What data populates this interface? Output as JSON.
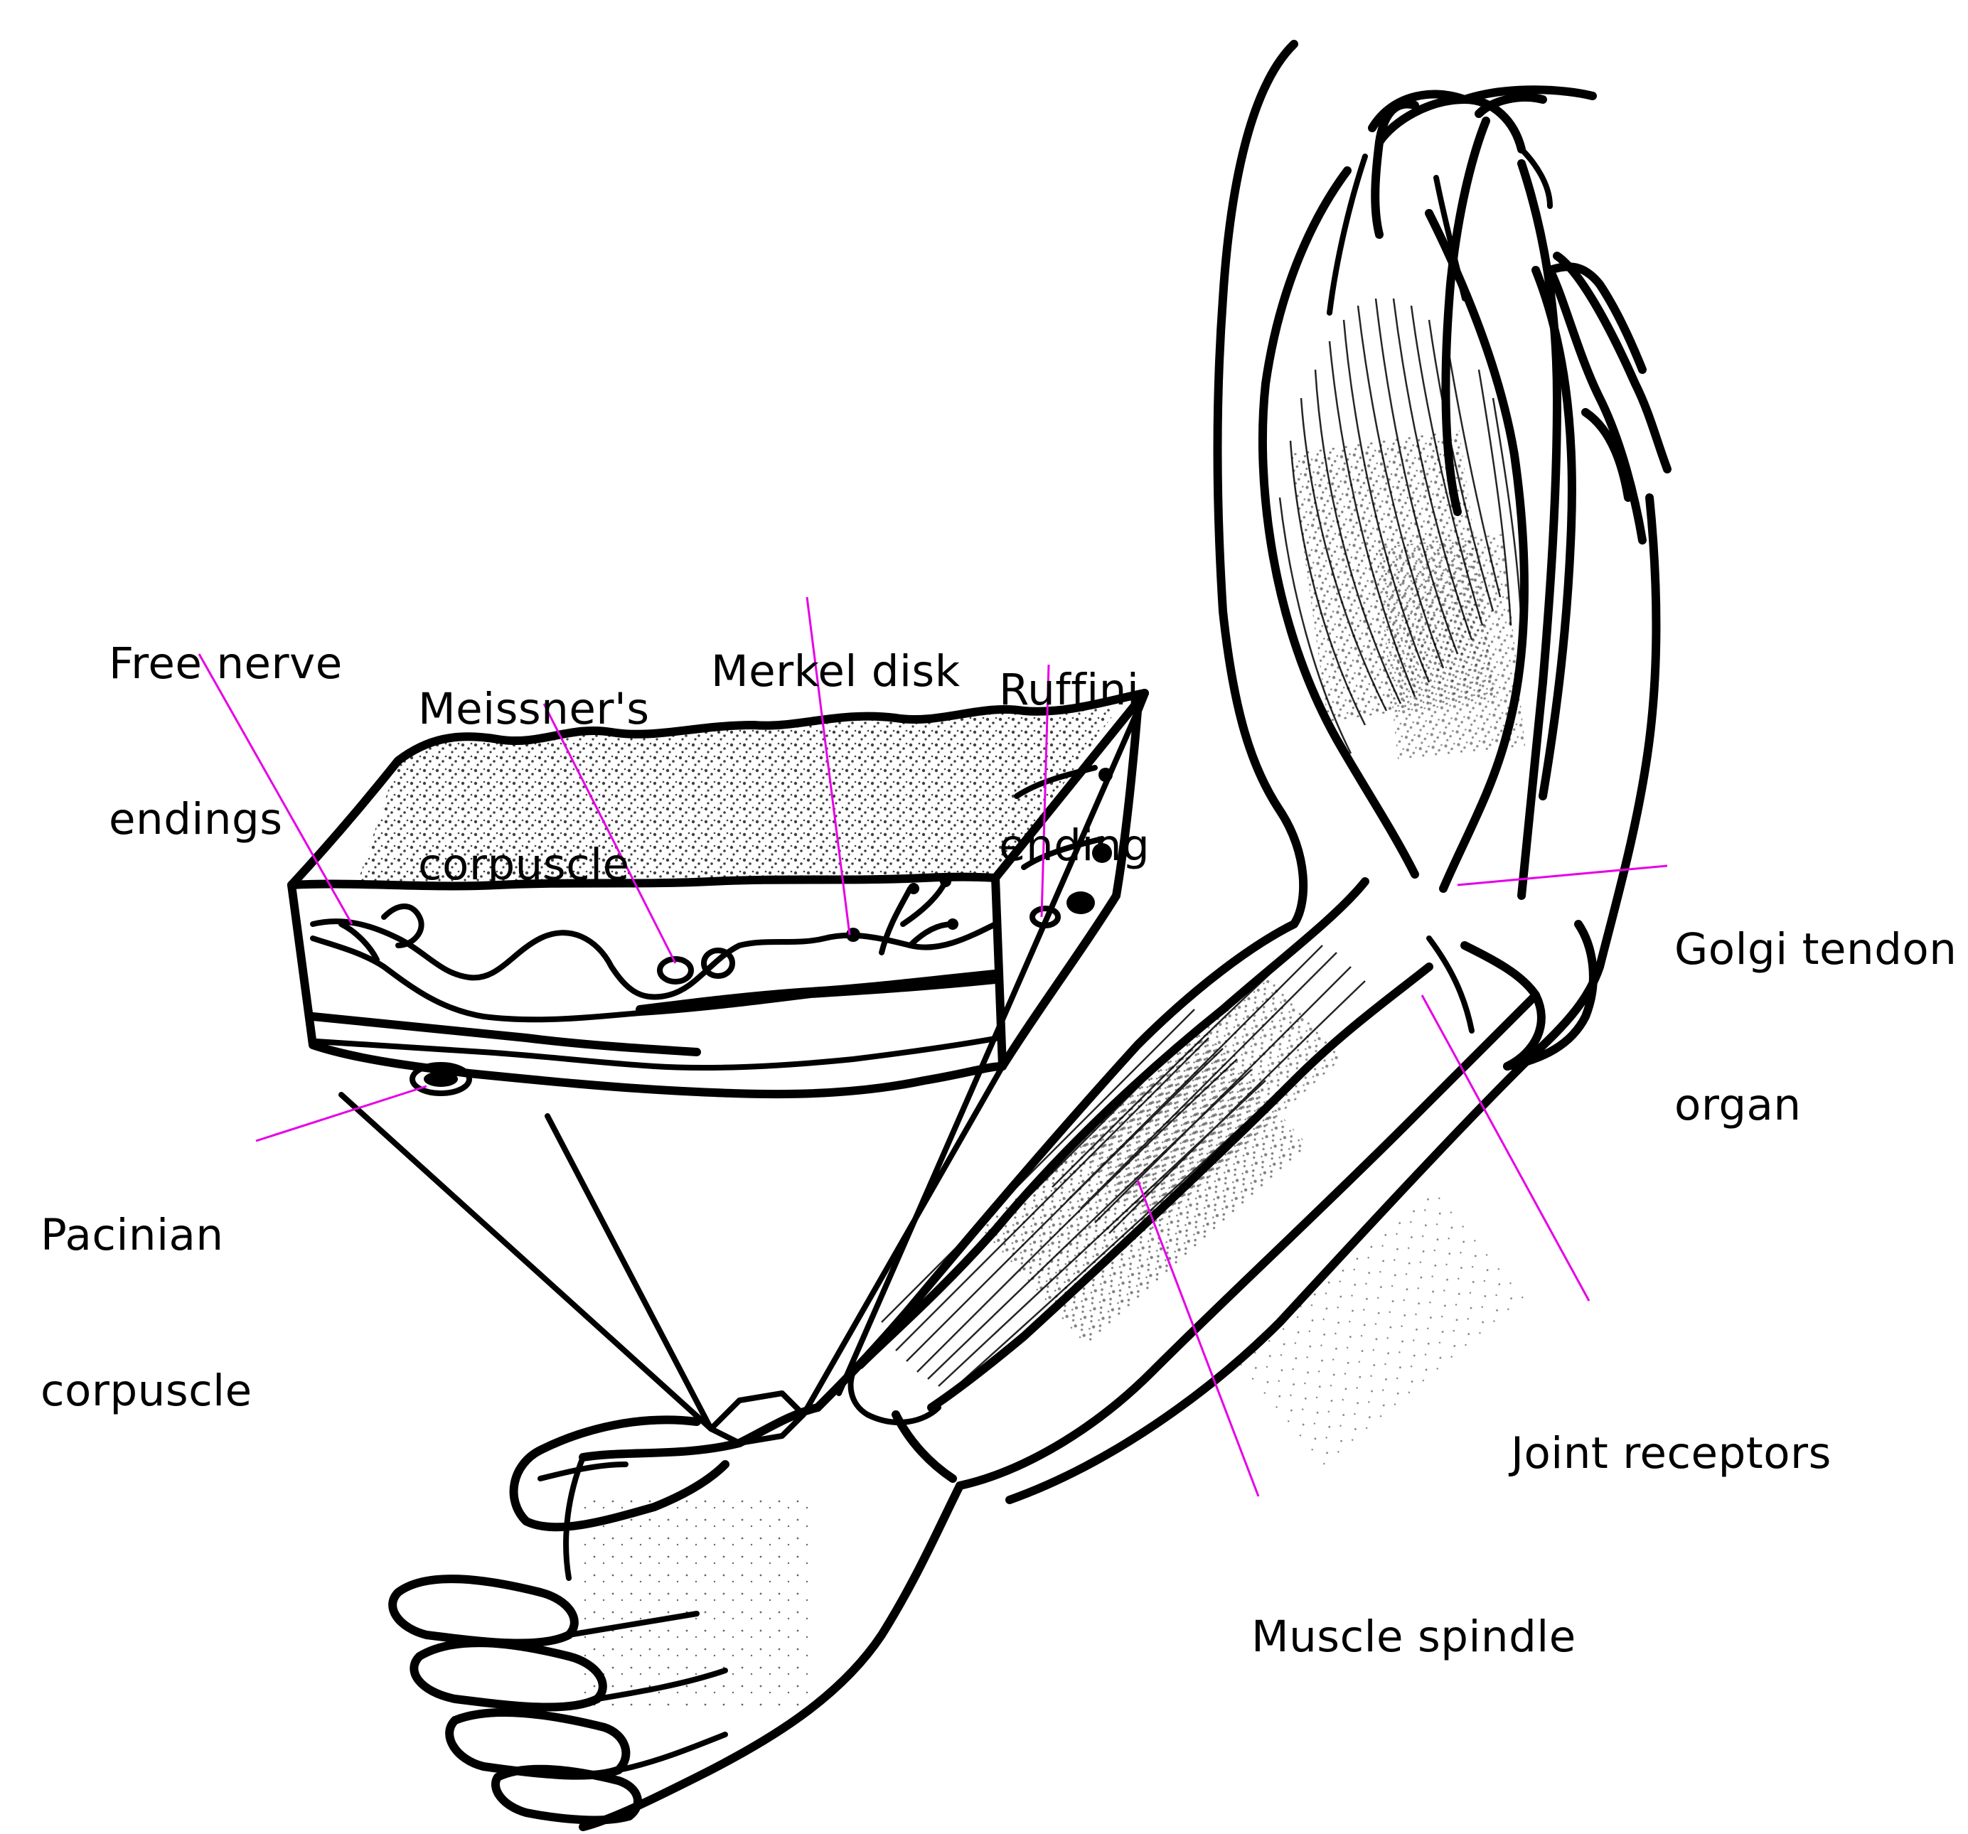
{
  "labels": {
    "free_nerve": [
      "Free nerve",
      "endings"
    ],
    "meissner": [
      "Meissner's",
      "corpuscle"
    ],
    "merkel": [
      "Merkel disk"
    ],
    "ruffini": [
      "Ruffini",
      "ending"
    ],
    "pacinian": [
      "Pacinian",
      "corpuscle"
    ],
    "golgi": [
      "Golgi tendon",
      "organ"
    ],
    "joint": [
      "Joint receptors"
    ],
    "spindle": [
      "Muscle spindle"
    ]
  },
  "colors": {
    "leader_line": "#e600e6",
    "ink": "#000000",
    "background": "#ffffff"
  }
}
